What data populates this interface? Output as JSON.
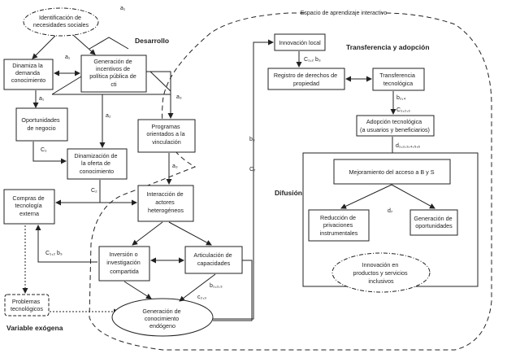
{
  "sections": {
    "desarrollo": "Desarrollo",
    "transferencia": "Transferencia y adopción",
    "difusion": "Difusión",
    "variable_exogena": "Variable exógena",
    "espacio": "Espacio de aprendizaje interactivo"
  },
  "nodes": {
    "identificacion": [
      "Identificación de",
      "necesidades sociales"
    ],
    "dinamiza_demanda": [
      "Dinamiza la",
      "demanda",
      "conocimiento"
    ],
    "generacion_incentivos": [
      "Generación de",
      "incentivos de",
      "política pública de",
      "cti"
    ],
    "oportunidades_negocio": [
      "Oportunidades",
      "de negocio"
    ],
    "programas_vinculacion": [
      "Programas",
      "orientados a la",
      "vinculación"
    ],
    "dinamizacion_oferta": [
      "Dinamización de",
      "la oferta de",
      "conocimiento"
    ],
    "compras_tecnologia": [
      "Compras de",
      "tecnología",
      "externa"
    ],
    "interaccion_actores": [
      "Interacción de",
      "actores",
      "heterogéneos"
    ],
    "inversion": [
      "Inversión o",
      "investigación",
      "compartida"
    ],
    "articulacion": [
      "Articulación de",
      "capacidades"
    ],
    "problemas": [
      "Problemas",
      "tecnológicos"
    ],
    "generacion_conocimiento": [
      "Generación de",
      "conocimiento",
      "endógeno"
    ],
    "innovacion_local": [
      "Innovación local"
    ],
    "registro_derechos": [
      "Registro de derechos de",
      "propiedad"
    ],
    "transferencia_tec": [
      "Transferencia",
      "tecnológica"
    ],
    "adopcion": [
      "Adopción tecnológica",
      "(a usuarios y beneficiarios)"
    ],
    "mejoramiento": [
      "Mejoramiento  del acceso a B y S"
    ],
    "reduccion": [
      "Reducción de",
      "privaciones",
      "instrumentales"
    ],
    "generacion_oportunidades": [
      "Generación de",
      "oportunidades"
    ],
    "innovacion_inclusivos": [
      "Innovación  en",
      "productos y servicios",
      "inclusivos"
    ]
  },
  "edge_labels": {
    "a1_top": "a₁",
    "a1_mid": "a₁",
    "a1_left": "a₁",
    "a2_center": "a₂",
    "a3_right": "a₃",
    "a3_prog": "a₃",
    "c1": "C₁",
    "c2": "C₂",
    "c12_b3": "C₁,₂   b₃",
    "b123": "b₁,₂,₃",
    "c23": "c₂,₃",
    "b3_vert": "b₃",
    "c7_vert": "C₇",
    "c12_b3_innov": "C₁,₂   b₃",
    "b24": "b₂,₄",
    "c123": "C₁,₂,₃",
    "d123456": "d₁,₂,₃,₄,₅,₆",
    "d7": "d₇"
  }
}
